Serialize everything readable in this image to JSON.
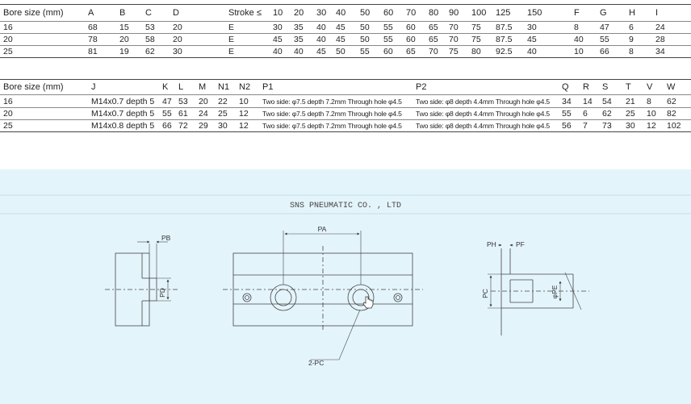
{
  "table1": {
    "headers": [
      "Bore size (mm)",
      "A",
      "B",
      "C",
      "D",
      "Stroke ≤",
      "10",
      "20",
      "30",
      "40",
      "50",
      "60",
      "70",
      "80",
      "90",
      "100",
      "125",
      "150",
      "F",
      "G",
      "H",
      "I"
    ],
    "rows": [
      [
        "16",
        "68",
        "15",
        "53",
        "20",
        "E",
        "30",
        "35",
        "40",
        "45",
        "50",
        "55",
        "60",
        "65",
        "70",
        "75",
        "87.5",
        "30",
        "8",
        "47",
        "6",
        "24"
      ],
      [
        "20",
        "78",
        "20",
        "58",
        "20",
        "E",
        "45",
        "35",
        "40",
        "45",
        "50",
        "55",
        "60",
        "65",
        "70",
        "75",
        "87.5",
        "45",
        "40",
        "55",
        "9",
        "28"
      ],
      [
        "25",
        "81",
        "19",
        "62",
        "30",
        "E",
        "40",
        "40",
        "45",
        "50",
        "55",
        "60",
        "65",
        "70",
        "75",
        "80",
        "92.5",
        "40",
        "10",
        "66",
        "8",
        "34"
      ]
    ]
  },
  "table2": {
    "headers": [
      "Bore size (mm)",
      "J",
      "K",
      "L",
      "M",
      "N1",
      "N2",
      "P1",
      "P2",
      "Q",
      "R",
      "S",
      "T",
      "V",
      "W"
    ],
    "rows": [
      [
        "16",
        "M14x0.7 depth 5",
        "47",
        "53",
        "20",
        "22",
        "10",
        "Two side: φ7.5 depth 7.2mm  Through hole φ4.5",
        "Two side: φ8 depth 4.4mm  Through hole φ4.5",
        "34",
        "14",
        "54",
        "21",
        "8",
        "62"
      ],
      [
        "20",
        "M14x0.7 depth 5",
        "55",
        "61",
        "24",
        "25",
        "12",
        "Two side: φ7.5 depth 7.2mm  Through hole φ4.5",
        "Two side: φ8 depth 4.4mm  Through hole φ4.5",
        "55",
        "6",
        "62",
        "25",
        "10",
        "82"
      ],
      [
        "25",
        "M14x0.8 depth 5",
        "66",
        "72",
        "29",
        "30",
        "12",
        "Two side: φ7.5 depth 7.2mm  Through hole φ4.5",
        "Two side: φ8 depth 4.4mm  Through hole φ4.5",
        "56",
        "7",
        "73",
        "30",
        "12",
        "102"
      ]
    ]
  },
  "drawing": {
    "company": "SNS PNEUMATIC CO. ,  LTD",
    "labels": {
      "pb": "PB",
      "pd": "PD",
      "pa": "PA",
      "pc2": "2-PC",
      "ph": "PH",
      "pf": "PF",
      "pc": "PC",
      "pe": "φPE"
    }
  }
}
